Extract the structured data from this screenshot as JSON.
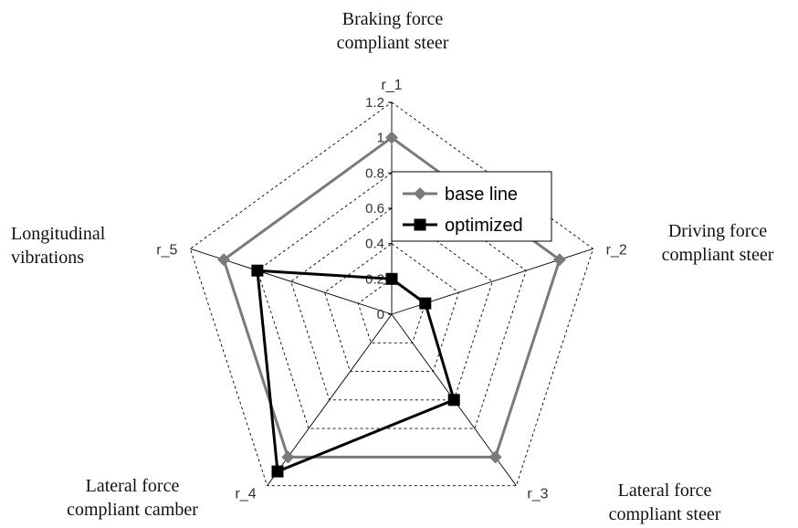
{
  "chart_data": {
    "type": "radar",
    "axes": [
      "r_1",
      "r_2",
      "r_3",
      "r_4",
      "r_5"
    ],
    "axis_descriptions": [
      [
        "Braking force",
        "compliant steer"
      ],
      [
        "Driving force",
        "compliant steer"
      ],
      [
        "Lateral force",
        "compliant steer"
      ],
      [
        "Lateral force",
        "compliant camber"
      ],
      [
        "Longitudinal",
        "vibrations"
      ]
    ],
    "range": [
      0,
      1.2
    ],
    "ticks": [
      "0",
      "0.2",
      "0.4",
      "0.6",
      "0.8",
      "1",
      "1.2"
    ],
    "series": [
      {
        "name": "base line",
        "values": [
          1.0,
          1.0,
          1.0,
          1.0,
          1.0
        ],
        "color": "#7a7a7a",
        "marker": "diamond"
      },
      {
        "name": "optimized",
        "values": [
          0.2,
          0.2,
          0.6,
          1.1,
          0.8
        ],
        "color": "#000000",
        "marker": "square"
      }
    ],
    "grid": true,
    "legend": "top-right"
  }
}
